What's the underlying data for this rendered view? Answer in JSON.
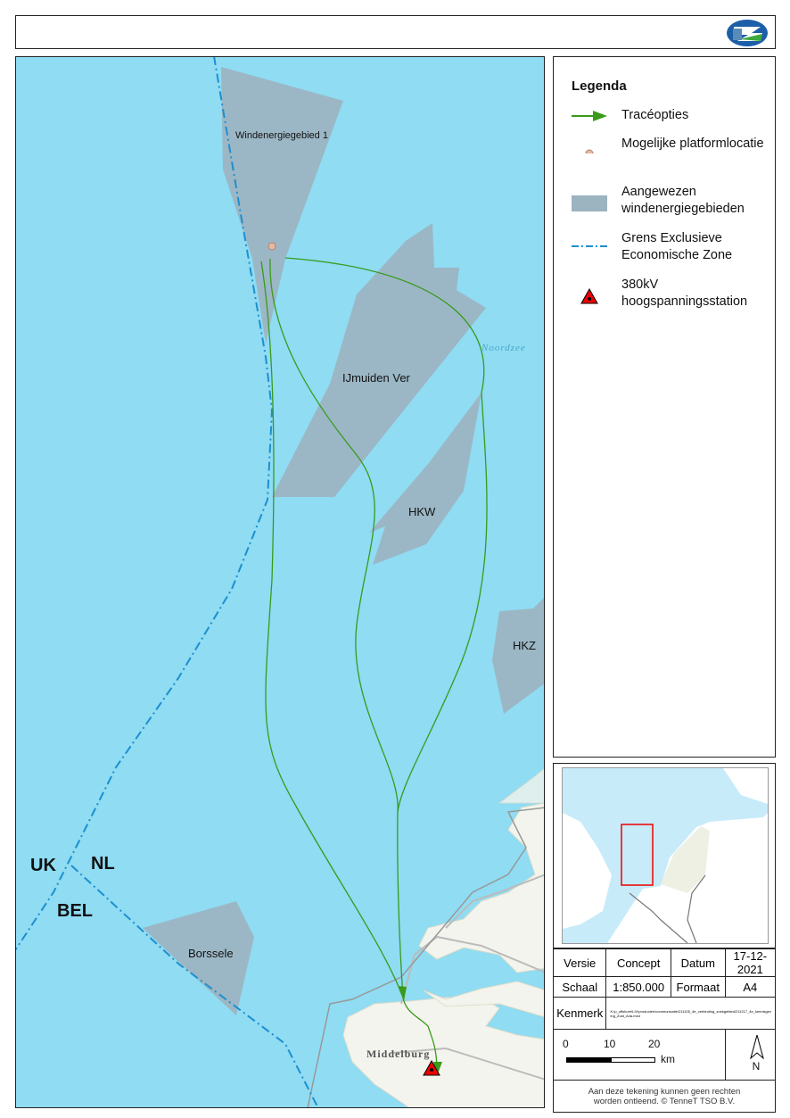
{
  "logo": {
    "icon": "tennet-logo"
  },
  "legend": {
    "title": "Legenda",
    "items": [
      {
        "icon": "green-arrow-icon",
        "label": "Tracéopties"
      },
      {
        "icon": "platform-dot-icon",
        "label": "Mogelijke platformlocatie"
      },
      {
        "icon": "wind-area-swatch-icon",
        "label": "Aangewezen windenergiegebieden"
      },
      {
        "icon": "eez-dashdot-line-icon",
        "label": "Grens Exclusieve Economische Zone"
      },
      {
        "icon": "substation-triangle-icon",
        "label": "380kV hoogspanningsstation"
      }
    ]
  },
  "map": {
    "areas": [
      "Windenergiegebied 1",
      "IJmuiden Ver",
      "HKW",
      "HKZ",
      "Borssele"
    ],
    "sea_label": "Noordzee",
    "city_label": "Middelburg",
    "country_labels": [
      "UK",
      "NL",
      "BEL"
    ],
    "colors": {
      "sea": "#8fdcf3",
      "wind_area": "#9cb3c0",
      "route": "#3a9a1a",
      "eez": "#1d8fd0",
      "land": "#f4f4ee"
    }
  },
  "meta": {
    "versie_label": "Versie",
    "versie": "Concept",
    "datum_label": "Datum",
    "datum": "17-12-2021",
    "schaal_label": "Schaal",
    "schaal": "1:850.000",
    "formaat_label": "Formaat",
    "formaat": "A4",
    "kenmerk_label": "Kenmerk",
    "kenmerk": "K:\\p_offshore\\LIV\\producten\\communicatie\\211105_4e_verbinding_zoekgebied\\211217_4e_kennisgeving_Zuid_A4a.mxd",
    "scale_ticks": [
      "0",
      "10",
      "20"
    ],
    "scale_unit": "km",
    "north": "N",
    "disclaimer": "Aan deze tekening kunnen geen rechten worden ontleend. © TenneT TSO B.V."
  }
}
